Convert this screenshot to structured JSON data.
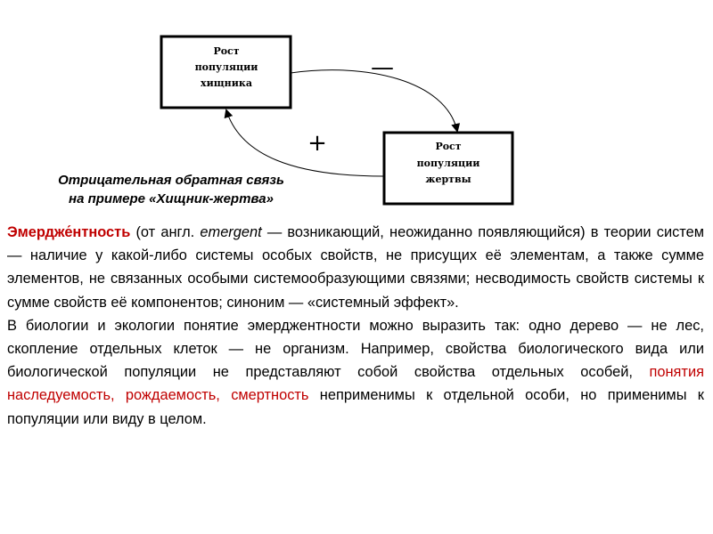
{
  "diagram": {
    "predator_box": [
      "Рост",
      "популяции",
      "хищника"
    ],
    "prey_box": [
      "Рост",
      "популяции",
      "жертвы"
    ],
    "minus_sign": "—",
    "plus_sign": "+"
  },
  "caption": {
    "line1": "Отрицательная обратная связь",
    "line2": "на примере «Хищник-жертва»"
  },
  "paragraph1": {
    "term": "Эмердже́нтность",
    "pre_word": "(от англ.",
    "word": "emergent",
    "definition": "— возникающий, неожиданно появляющийся) в теории систем — наличие у какой-либо системы особых свойств, не присущих её элементам, а также сумме элементов, не связанных особыми системообразующими связями; несводимость свойств системы к сумме свойств её компонентов; синоним — «системный эффект»."
  },
  "paragraph2": {
    "text_start": "В биологии и экологии понятие эмерджентности можно выразить так: одно дерево — не лес, скопление отдельных клеток — не организм. Например, свойства биологического вида или биологической популяции не представляют собой свойства отдельных особей,",
    "highlight": "понятия наследуемость, рождаемость, смертность",
    "text_end": "неприменимы к отдельной особи, но применимы к популяции или виду в целом."
  }
}
